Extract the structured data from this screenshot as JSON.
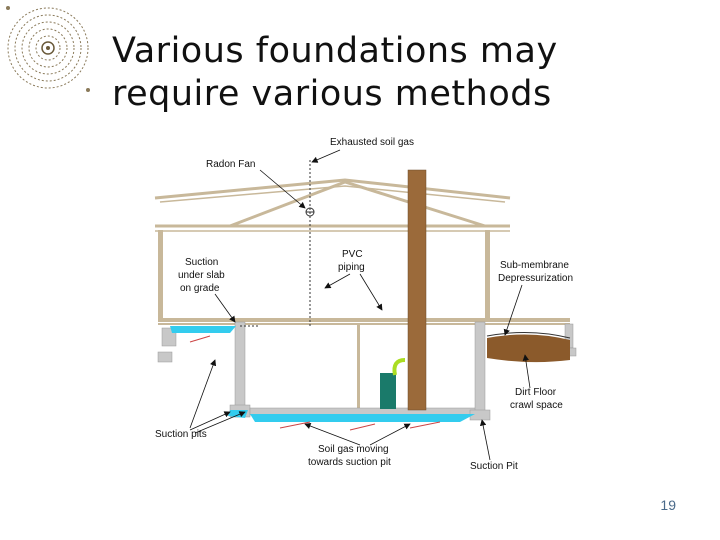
{
  "slide": {
    "title_line1": "Various foundations may",
    "title_line2": "require various methods",
    "page_number": "19"
  },
  "diagram": {
    "labels": {
      "exhausted": "Exhausted soil gas",
      "radon_fan": "Radon Fan",
      "pvc_1": "PVC",
      "pvc_2": "piping",
      "suction_slab_1": "Suction",
      "suction_slab_2": "under slab",
      "suction_slab_3": "on grade",
      "submembrane_1": "Sub-membrane",
      "submembrane_2": "Depressurization",
      "dirt_floor_1": "Dirt Floor",
      "dirt_floor_2": "crawl space",
      "suction_pits": "Suction pits",
      "soil_gas_1": "Soil gas moving",
      "soil_gas_2": "towards suction pit",
      "suction_pit": "Suction Pit"
    },
    "colors": {
      "structure": "#c8b89a",
      "foundation": "#c8c8c8",
      "chimney": "#9b6a3a",
      "soil_gas_blue": "#33ccee",
      "dirt": "#8b5a2b",
      "fan_box": "#1a7a6a",
      "pipe_green": "#aadd22"
    }
  }
}
